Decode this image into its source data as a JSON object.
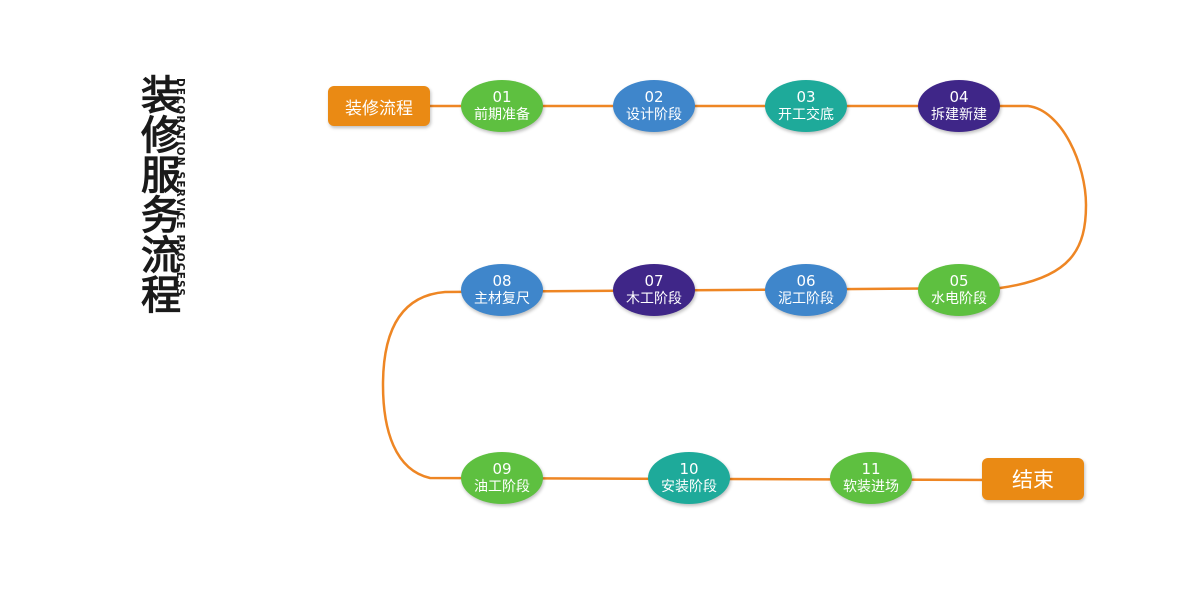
{
  "title_cn": "装修服务流程",
  "title_en": "DECORATION SERVICE PROCESS",
  "start_label": "装修流程",
  "end_label": "结束",
  "colors": {
    "path": "#ee8624",
    "start_end": "#ea8a14",
    "green": "#5ec040",
    "blue": "#3f86cb",
    "teal": "#1eaa9a",
    "purple": "#3f2688"
  },
  "steps": [
    {
      "num": "01",
      "label": "前期准备",
      "color": "green"
    },
    {
      "num": "02",
      "label": "设计阶段",
      "color": "blue"
    },
    {
      "num": "03",
      "label": "开工交底",
      "color": "teal"
    },
    {
      "num": "04",
      "label": "拆建新建",
      "color": "purple"
    },
    {
      "num": "05",
      "label": "水电阶段",
      "color": "green"
    },
    {
      "num": "06",
      "label": "泥工阶段",
      "color": "blue"
    },
    {
      "num": "07",
      "label": "木工阶段",
      "color": "purple"
    },
    {
      "num": "08",
      "label": "主材复尺",
      "color": "blue"
    },
    {
      "num": "09",
      "label": "油工阶段",
      "color": "green"
    },
    {
      "num": "10",
      "label": "安装阶段",
      "color": "teal"
    },
    {
      "num": "11",
      "label": "软装进场",
      "color": "green"
    }
  ]
}
